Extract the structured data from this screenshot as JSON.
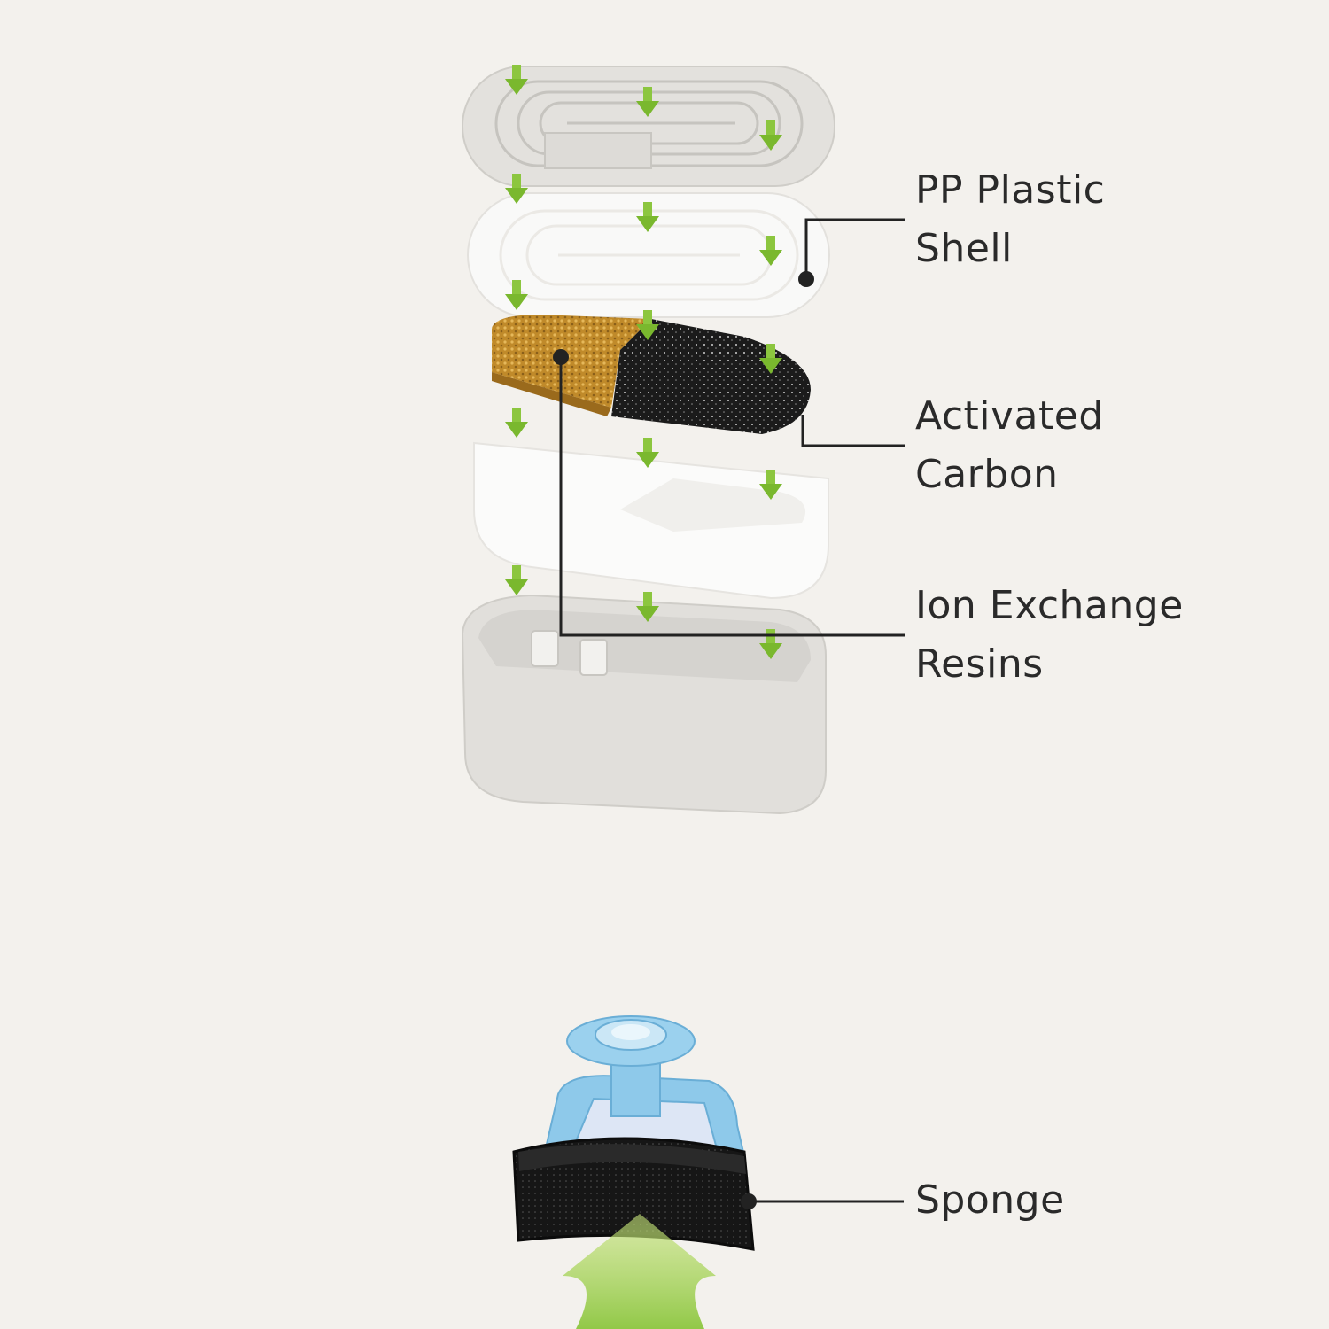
{
  "labels": {
    "pp_shell": [
      "PP Plastic",
      "Shell"
    ],
    "carbon": [
      "Activated",
      "Carbon"
    ],
    "resin": [
      "Ion Exchange",
      "Resins"
    ],
    "sponge": [
      "Sponge"
    ]
  },
  "colors": {
    "background": "#f3f1ed",
    "arrow_green": "#8cc63f",
    "leader_line": "#222222",
    "resin_gold": "#c9932f",
    "carbon_black": "#1d1d1d",
    "nozzle_blue": "#8ec9ea"
  }
}
